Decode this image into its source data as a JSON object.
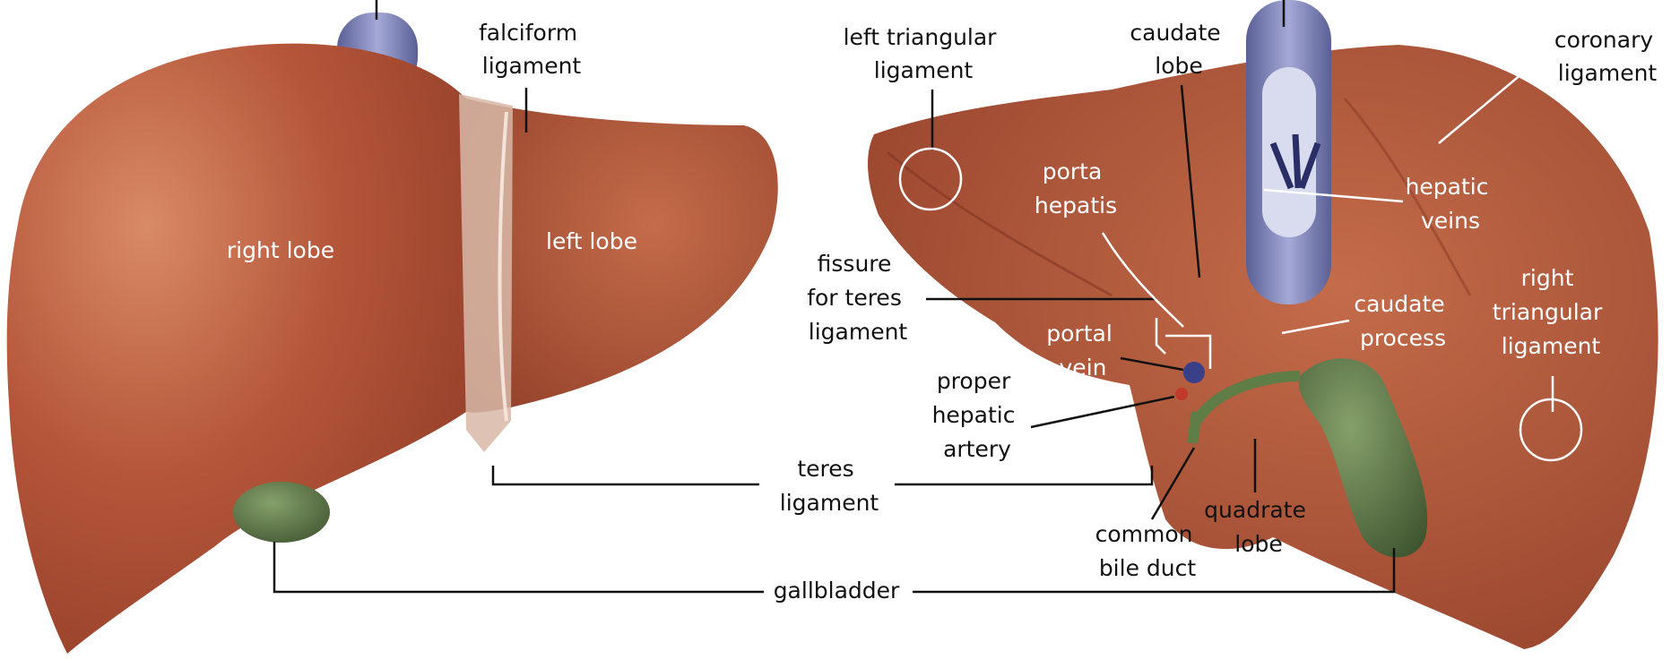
{
  "colors": {
    "liver": "#b5563a",
    "liver_light": "#c8724f",
    "liver_dark": "#8e3a26",
    "vena_cava": "#7d83b5",
    "gallbladder": "#556f3f",
    "ligament": "#d8b8a8",
    "background": "#ffffff"
  },
  "labels": {
    "falciform": [
      "falciform",
      "ligament"
    ],
    "right_lobe": "right lobe",
    "left_lobe": "left lobe",
    "left_triangular": [
      "left triangular",
      "ligament"
    ],
    "caudate_lobe": [
      "caudate",
      "lobe"
    ],
    "coronary": [
      "coronary",
      "ligament"
    ],
    "porta_hepatis": [
      "porta",
      "hepatis"
    ],
    "hepatic_veins": [
      "hepatic",
      "veins"
    ],
    "fissure": [
      "fissure",
      "for teres",
      "ligament"
    ],
    "right_triangular": [
      "right",
      "triangular",
      "ligament"
    ],
    "caudate_process": [
      "caudate",
      "process"
    ],
    "portal_vein": [
      "portal",
      "vein"
    ],
    "proper_hepatic_artery": [
      "proper",
      "hepatic",
      "artery"
    ],
    "teres": [
      "teres",
      "ligament"
    ],
    "quadrate": [
      "quadrate",
      "lobe"
    ],
    "common_bile_duct": [
      "common",
      "bile duct"
    ],
    "gallbladder": "gallbladder"
  }
}
